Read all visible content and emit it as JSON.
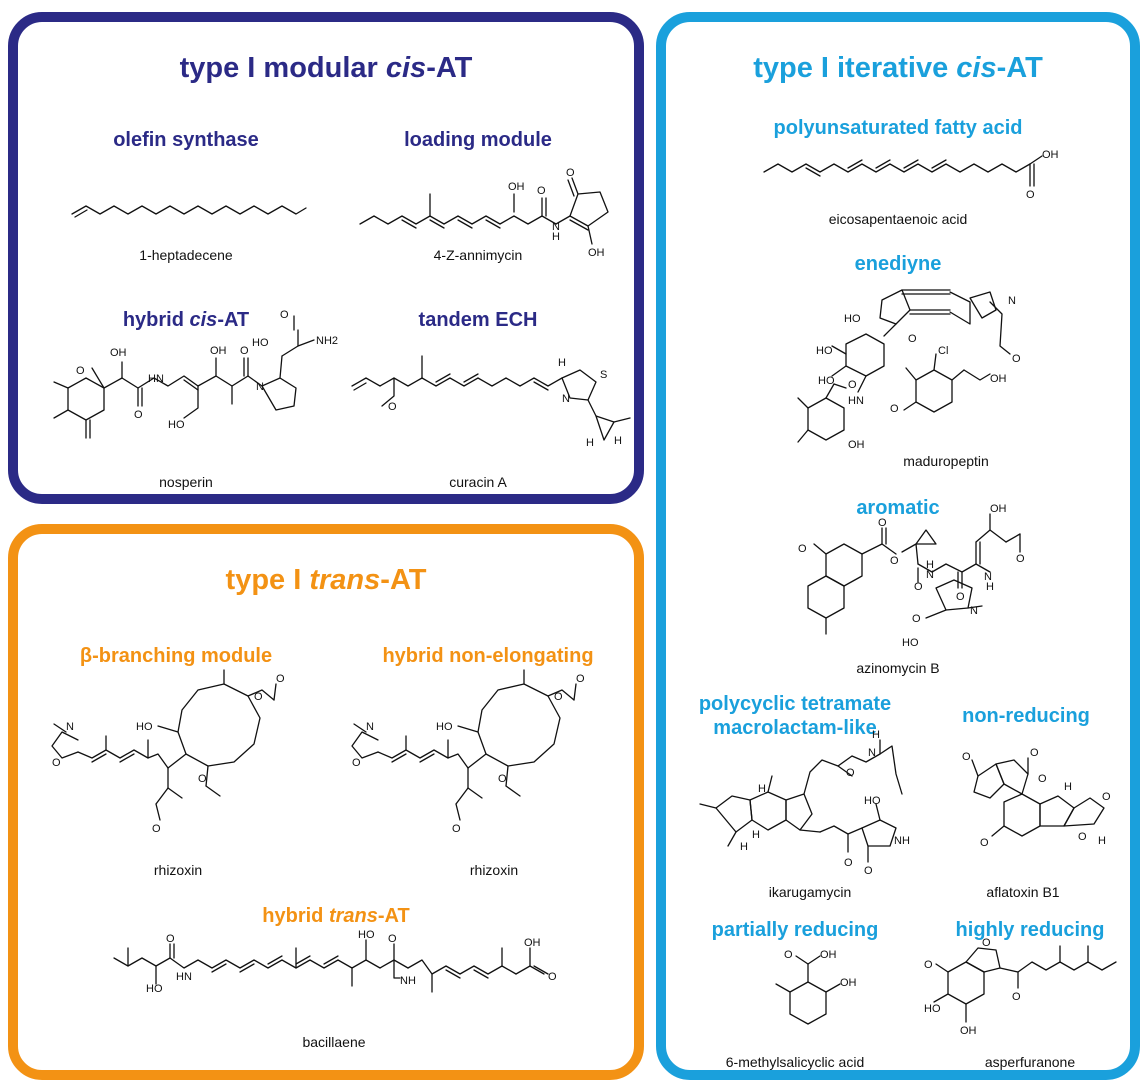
{
  "panels": {
    "modular": {
      "title_a": "type I modular ",
      "title_b": "cis",
      "title_c": "-AT",
      "categories": {
        "olefin": "olefin synthase",
        "loading": "loading module",
        "hybrid_a": "hybrid ",
        "hybrid_b": "cis",
        "hybrid_c": "-AT",
        "tandem": "tandem ECH"
      },
      "compounds": {
        "heptadecene": "1-heptadecene",
        "annimycin": "4-Z-annimycin",
        "nosperin": "nosperin",
        "curacin": "curacin A"
      }
    },
    "trans": {
      "title_a": "type I ",
      "title_b": "trans",
      "title_c": "-AT",
      "categories": {
        "beta": "β-branching module",
        "nonelong": "hybrid non-elongating",
        "hybrid_a": "hybrid ",
        "hybrid_b": "trans",
        "hybrid_c": "-AT"
      },
      "compounds": {
        "rhizoxin1": "rhizoxin",
        "rhizoxin2": "rhizoxin",
        "bacillaene": "bacillaene"
      }
    },
    "iterative": {
      "title_a": "type I iterative ",
      "title_b": "cis",
      "title_c": "-AT",
      "categories": {
        "pufa": "polyunsaturated fatty acid",
        "enediyne": "enediyne",
        "aromatic": "aromatic",
        "polycyclic_1": "polycyclic tetramate",
        "polycyclic_2": "macrolactam-like",
        "nonreducing": "non-reducing",
        "partially": "partially reducing",
        "highly": "highly reducing"
      },
      "compounds": {
        "epa": "eicosapentaenoic acid",
        "maduropeptin": "maduropeptin",
        "azinomycin": "azinomycin B",
        "ikarugamycin": "ikarugamycin",
        "aflatoxin": "aflatoxin B1",
        "msa": "6-methylsalicyclic acid",
        "asperfuranone": "asperfuranone"
      }
    }
  },
  "atom_labels": {
    "oh": "OH",
    "o": "O",
    "h": "H",
    "n": "N",
    "s": "S",
    "cl": "Cl",
    "nh": "NH",
    "hn": "HN",
    "nh2": "NH2",
    "ho": "HO"
  },
  "colors": {
    "modular": "#2b2a86",
    "trans": "#f39214",
    "iterative": "#1aa0dc"
  }
}
